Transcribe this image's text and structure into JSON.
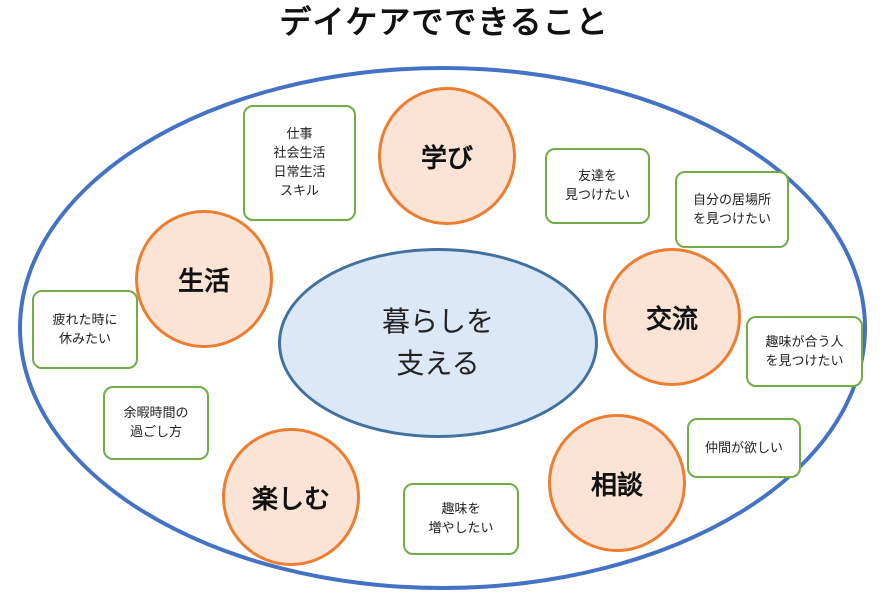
{
  "title": "デイケアでできること",
  "center": {
    "text": "暮らしを\n支える"
  },
  "circles": [
    {
      "label": "学び"
    },
    {
      "label": "生活"
    },
    {
      "label": "交流"
    },
    {
      "label": "楽しむ"
    },
    {
      "label": "相談"
    }
  ],
  "boxes": [
    {
      "text": "仕事\n社会生活\n日常生活\nスキル"
    },
    {
      "text": "友達を\n見つけたい"
    },
    {
      "text": "自分の居場所\nを見つけたい"
    },
    {
      "text": "疲れた時に\n休みたい"
    },
    {
      "text": "趣味が合う人\nを見つけたい"
    },
    {
      "text": "余暇時間の\n過ごし方"
    },
    {
      "text": "仲間が欲しい"
    },
    {
      "text": "趣味を\n増やしたい"
    }
  ],
  "colors": {
    "outer_ellipse": "#4472c4",
    "center_fill": "#dae8f7",
    "center_border": "#41719c",
    "circle_fill": "#fbe4d5",
    "circle_border": "#ed7d31",
    "box_border": "#70ad47"
  }
}
